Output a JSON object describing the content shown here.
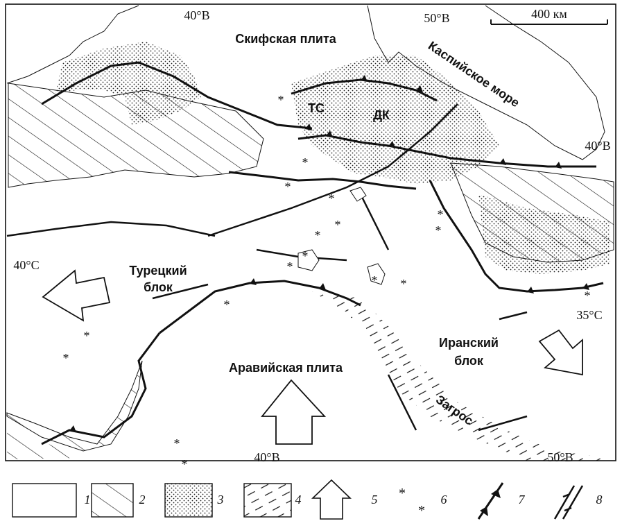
{
  "map": {
    "scale_bar": "400 км",
    "coordinates": {
      "lon_40_top": "40°В",
      "lon_50_top": "50°В",
      "lat_40_right": "40°В",
      "lat_40_left": "40°С",
      "lat_35_right": "35°С",
      "lon_40_bottom": "40°В",
      "lon_50_bottom": "50°В"
    },
    "regions": {
      "scythian_plate": "Скифская плита",
      "caspian_sea": "Каспийское море",
      "ts": "ТС",
      "dk": "ДК",
      "turkish_block_1": "Турецкий",
      "turkish_block_2": "блок",
      "iranian_block_1": "Иранский",
      "iranian_block_2": "блок",
      "arabian_plate": "Аравийская плита",
      "zagros": "Загрос"
    }
  },
  "legend": {
    "items": [
      {
        "number": "1",
        "icon": "blank-box"
      },
      {
        "number": "2",
        "icon": "hatched-box"
      },
      {
        "number": "3",
        "icon": "dotted-box"
      },
      {
        "number": "4",
        "icon": "dashed-lines-box"
      },
      {
        "number": "5",
        "icon": "arrow-up-icon"
      },
      {
        "number": "6",
        "icon": "volcano-asterisk-icon"
      },
      {
        "number": "7",
        "icon": "thrust-fault-icon"
      },
      {
        "number": "8",
        "icon": "strike-slip-fault-icon"
      }
    ]
  }
}
